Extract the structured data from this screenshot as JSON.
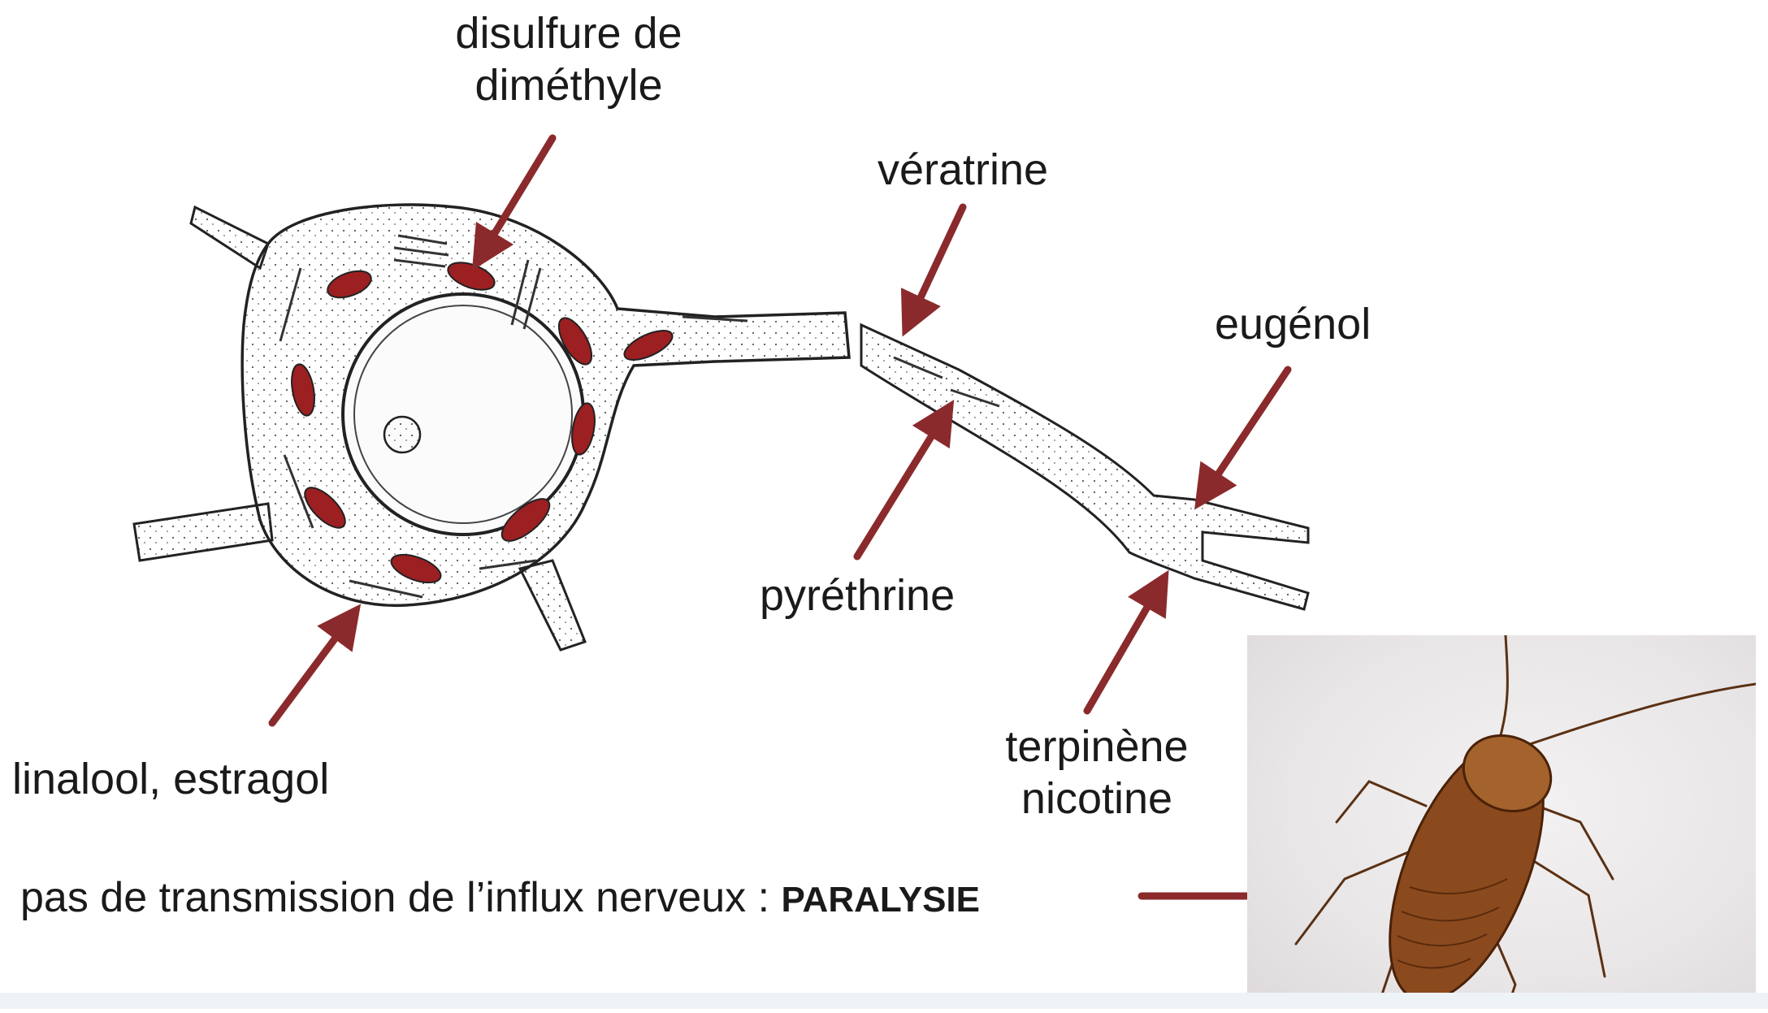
{
  "labels": {
    "disulfure_line1": "disulfure de",
    "disulfure_line2": "diméthyle",
    "veratrine": "vératrine",
    "eugenol": "eugénol",
    "pyrethrine": "pyréthrine",
    "linalool": "linalool, estragol",
    "terpinene": "terpinène",
    "nicotine": "nicotine",
    "transmission_text": "pas de transmission de l’influx nerveux : ",
    "paralysie": "PARALYSIE"
  },
  "colors": {
    "arrow": "#8b2a2c",
    "mitochondria": "#9c1f22",
    "outline": "#222222"
  }
}
